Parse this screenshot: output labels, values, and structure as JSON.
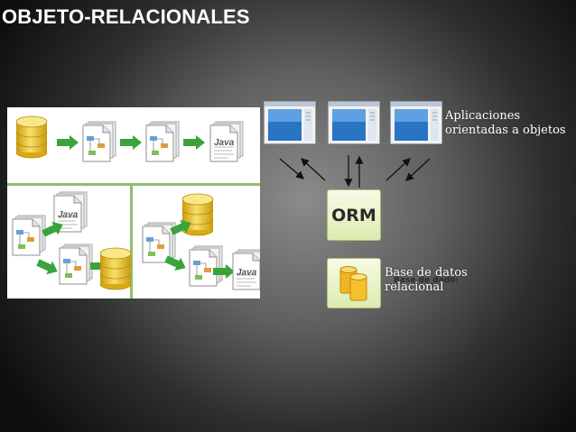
{
  "slide": {
    "title": "OBJETO-RELACIONALES"
  },
  "diagram": {
    "file_label": "Java"
  },
  "orm": {
    "label": "ORM"
  },
  "captions": {
    "apps_line1": "Aplicaciones",
    "apps_line2": "orientadas a objetos",
    "db_line1": "Base de datos",
    "db_line2": "relacional",
    "db_ghost": "Base de dado:"
  },
  "colors": {
    "arrow_green": "#3ba33b",
    "db_yellow": "#e9c21b",
    "orm_box_fill": "#e6f0c4",
    "window_blue": "#2a74c4"
  },
  "icons": {
    "apps": [
      "window-icon",
      "window-icon",
      "window-icon"
    ],
    "db": "database-stack-icon"
  }
}
